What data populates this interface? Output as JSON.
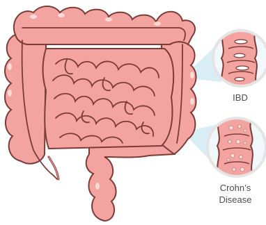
{
  "callouts": [
    {
      "id": "ibd",
      "label_lines": [
        "IBD"
      ]
    },
    {
      "id": "crohns",
      "label_lines": [
        "Crohn’s",
        "Disease"
      ]
    }
  ],
  "colors": {
    "tissue_fill": "#f4a4a0",
    "tissue_light": "#f8c2be",
    "outline": "#7a3b37",
    "highlight": "#fde0dc",
    "callout_ring": "#e4e4e4",
    "callout_bg": "#f0f8fc",
    "beam": "#cfe9f5",
    "label_text": "#4d4d4d"
  }
}
